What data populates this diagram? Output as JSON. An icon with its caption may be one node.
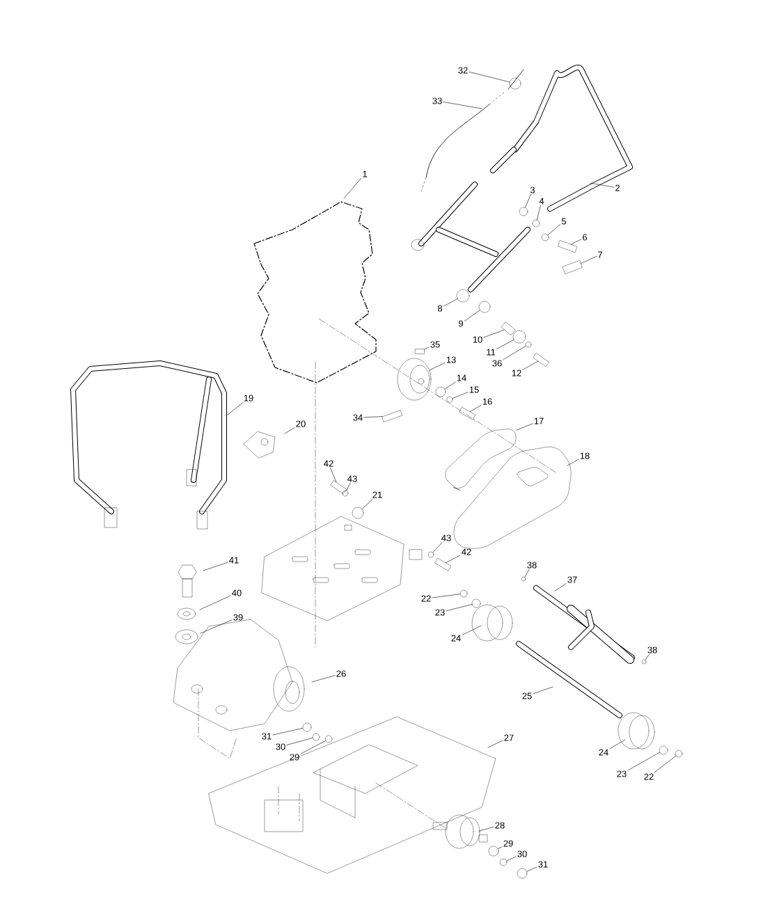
{
  "diagram": {
    "nodes": [
      {
        "text": [
          "32"
        ]
      },
      {
        "text": [
          "33"
        ]
      },
      {
        "text": [
          "1"
        ]
      },
      {
        "text": [
          "2"
        ]
      },
      {
        "text": [
          "3"
        ]
      },
      {
        "text": [
          "4"
        ]
      },
      {
        "text": [
          "5"
        ]
      },
      {
        "text": [
          "6"
        ]
      },
      {
        "text": [
          "7"
        ]
      },
      {
        "text": [
          "8"
        ]
      },
      {
        "text": [
          "9"
        ]
      },
      {
        "text": [
          "10"
        ]
      },
      {
        "text": [
          "35"
        ]
      },
      {
        "text": [
          "11"
        ]
      },
      {
        "text": [
          "13"
        ]
      },
      {
        "text": [
          "36"
        ]
      },
      {
        "text": [
          "12"
        ]
      },
      {
        "text": [
          "14"
        ]
      },
      {
        "text": [
          "15"
        ]
      },
      {
        "text": [
          "19"
        ]
      },
      {
        "text": [
          "16"
        ]
      },
      {
        "text": [
          "34"
        ]
      },
      {
        "text": [
          "17"
        ]
      },
      {
        "text": [
          "20"
        ]
      },
      {
        "text": [
          "18"
        ]
      },
      {
        "text": [
          "42"
        ]
      },
      {
        "text": [
          "43"
        ]
      },
      {
        "text": [
          "21"
        ]
      },
      {
        "text": [
          "43"
        ]
      },
      {
        "text": [
          "42"
        ]
      },
      {
        "text": [
          "41"
        ]
      },
      {
        "text": [
          "38"
        ]
      },
      {
        "text": [
          "37"
        ]
      },
      {
        "text": [
          "40"
        ]
      },
      {
        "text": [
          "22"
        ]
      },
      {
        "text": [
          "23"
        ]
      },
      {
        "text": [
          "39"
        ]
      },
      {
        "text": [
          "24"
        ]
      },
      {
        "text": [
          "38"
        ]
      },
      {
        "text": [
          "26"
        ]
      },
      {
        "text": [
          "25"
        ]
      },
      {
        "text": [
          "31"
        ]
      },
      {
        "text": [
          "27"
        ]
      },
      {
        "text": [
          "30"
        ]
      },
      {
        "text": [
          "29"
        ]
      },
      {
        "text": [
          "24"
        ]
      },
      {
        "text": [
          "22"
        ]
      },
      {
        "text": [
          "23"
        ]
      },
      {
        "text": [
          "28"
        ]
      },
      {
        "text": [
          "29"
        ]
      },
      {
        "text": [
          "30"
        ]
      },
      {
        "text": [
          "31"
        ]
      },
      {
        "text": [],
        "shape": "circle"
      },
      {
        "text": [],
        "shape": "circle"
      },
      {
        "text": [],
        "shape": "circle"
      },
      {
        "text": [],
        "shape": "circle"
      },
      {
        "text": [],
        "shape": "box"
      },
      {
        "text": [],
        "shape": "box"
      },
      {
        "text": [],
        "shape": "circle"
      },
      {
        "text": [],
        "shape": "circle"
      },
      {
        "text": [],
        "shape": "box"
      },
      {
        "text": [],
        "shape": "box"
      },
      {
        "text": [],
        "shape": "circle"
      },
      {
        "text": [],
        "shape": "circle"
      },
      {
        "text": [],
        "shape": "box"
      },
      {
        "text": [],
        "shape": "circle"
      },
      {
        "text": [],
        "shape": "circle"
      },
      {
        "text": [],
        "shape": "box"
      },
      {
        "text": [],
        "shape": "box"
      },
      {
        "text": [],
        "shape": "box"
      },
      {
        "text": [],
        "shape": "circle"
      },
      {
        "text": [],
        "shape": "circle"
      },
      {
        "text": [],
        "shape": "box"
      },
      {
        "text": [],
        "shape": "circle"
      },
      {
        "text": [],
        "shape": "circle"
      },
      {
        "text": [],
        "shape": "circle"
      },
      {
        "text": [],
        "shape": "circle"
      },
      {
        "text": [],
        "shape": "circle"
      },
      {
        "text": [],
        "shape": "circle"
      },
      {
        "text": [],
        "shape": "circle"
      },
      {
        "text": [],
        "shape": "circle"
      },
      {
        "text": [],
        "shape": "circle"
      },
      {
        "text": [],
        "shape": "circle"
      },
      {
        "text": [],
        "shape": "circle"
      },
      {
        "text": [],
        "shape": "circle"
      },
      {
        "text": [],
        "shape": "circle"
      }
    ],
    "edges": [
      {
        "from": 0,
        "to": 52,
        "arrow": "none"
      },
      {
        "from": 1,
        "to": null,
        "arrow": "none"
      },
      {
        "from": 2,
        "to": null,
        "arrow": "none"
      },
      {
        "from": 3,
        "to": null,
        "arrow": "none"
      },
      {
        "from": 4,
        "to": 53,
        "arrow": "none"
      },
      {
        "from": 5,
        "to": 54,
        "arrow": "none"
      },
      {
        "from": 6,
        "to": 55,
        "arrow": "none"
      },
      {
        "from": 7,
        "to": 56,
        "arrow": "none"
      },
      {
        "from": 8,
        "to": 57,
        "arrow": "none"
      },
      {
        "from": 9,
        "to": 58,
        "arrow": "none"
      },
      {
        "from": 10,
        "to": 59,
        "arrow": "none"
      },
      {
        "from": 11,
        "to": 60,
        "arrow": "none"
      },
      {
        "from": 12,
        "to": 61,
        "arrow": "none"
      },
      {
        "from": 13,
        "to": 62,
        "arrow": "none"
      },
      {
        "from": 14,
        "to": null,
        "arrow": "none"
      },
      {
        "from": 15,
        "to": 63,
        "arrow": "none"
      },
      {
        "from": 16,
        "to": 64,
        "arrow": "none"
      },
      {
        "from": 17,
        "to": 65,
        "arrow": "none"
      },
      {
        "from": 18,
        "to": 66,
        "arrow": "none"
      },
      {
        "from": 19,
        "to": null,
        "arrow": "none"
      },
      {
        "from": 20,
        "to": 67,
        "arrow": "none"
      },
      {
        "from": 21,
        "to": 68,
        "arrow": "none"
      },
      {
        "from": 22,
        "to": null,
        "arrow": "none"
      },
      {
        "from": 23,
        "to": null,
        "arrow": "none"
      },
      {
        "from": 24,
        "to": null,
        "arrow": "none"
      },
      {
        "from": 25,
        "to": 69,
        "arrow": "none"
      },
      {
        "from": 26,
        "to": 70,
        "arrow": "none"
      },
      {
        "from": 27,
        "to": 85,
        "arrow": "none"
      },
      {
        "from": 28,
        "to": 71,
        "arrow": "none"
      },
      {
        "from": 29,
        "to": 72,
        "arrow": "none"
      },
      {
        "from": 30,
        "to": null,
        "arrow": "none"
      },
      {
        "from": 31,
        "to": 73,
        "arrow": "none"
      },
      {
        "from": 32,
        "to": null,
        "arrow": "none"
      },
      {
        "from": 33,
        "to": null,
        "arrow": "none"
      },
      {
        "from": 34,
        "to": 74,
        "arrow": "none"
      },
      {
        "from": 35,
        "to": 75,
        "arrow": "none"
      },
      {
        "from": 36,
        "to": null,
        "arrow": "none"
      },
      {
        "from": 37,
        "to": null,
        "arrow": "none"
      },
      {
        "from": 38,
        "to": 76,
        "arrow": "none"
      },
      {
        "from": 39,
        "to": null,
        "arrow": "none"
      },
      {
        "from": 40,
        "to": null,
        "arrow": "none"
      },
      {
        "from": 41,
        "to": 77,
        "arrow": "none"
      },
      {
        "from": 42,
        "to": null,
        "arrow": "none"
      },
      {
        "from": 43,
        "to": 78,
        "arrow": "none"
      },
      {
        "from": 44,
        "to": 79,
        "arrow": "none"
      },
      {
        "from": 45,
        "to": null,
        "arrow": "none"
      },
      {
        "from": 46,
        "to": 80,
        "arrow": "none"
      },
      {
        "from": 47,
        "to": 81,
        "arrow": "none"
      },
      {
        "from": 48,
        "to": null,
        "arrow": "none"
      },
      {
        "from": 49,
        "to": 82,
        "arrow": "none"
      },
      {
        "from": 50,
        "to": 83,
        "arrow": "none"
      },
      {
        "from": 51,
        "to": 84,
        "arrow": "none"
      }
    ]
  }
}
